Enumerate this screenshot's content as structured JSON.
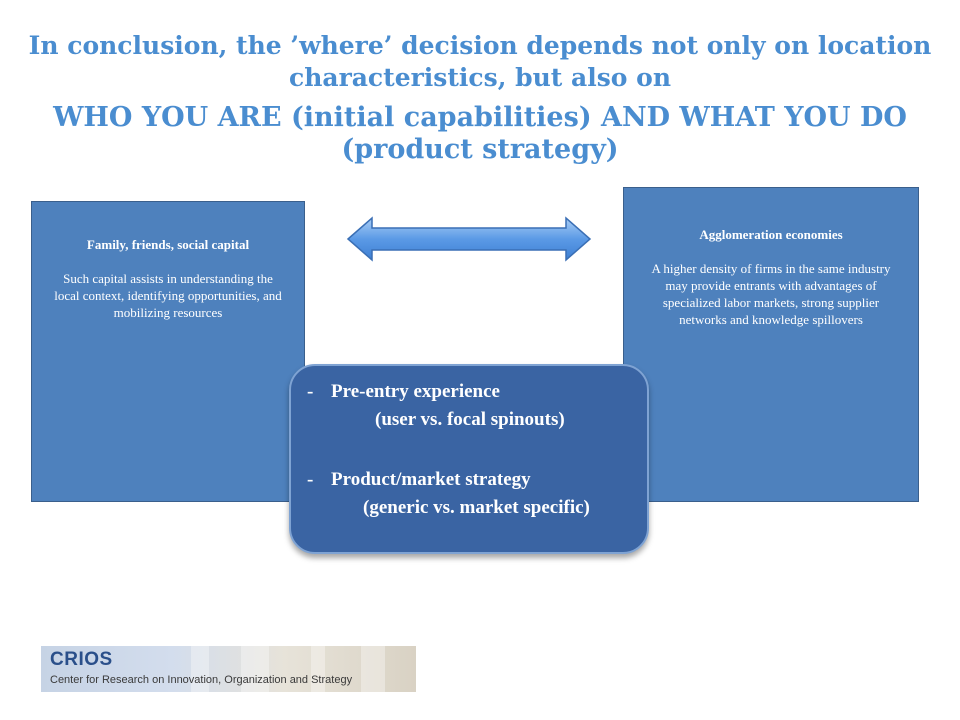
{
  "title": {
    "line1": "In conclusion, the ’where’ decision depends not only on location characteristics, but also on",
    "line2": "WHO YOU ARE (initial capabilities) AND WHAT YOU DO (product strategy)"
  },
  "left_box": {
    "heading": "Family, friends, social capital",
    "text": "Such capital assists in understanding the local context, identifying opportunities, and mobilizing resources"
  },
  "right_box": {
    "heading": "Agglomeration economies",
    "text": "A higher density of firms in the same industry may provide entrants with advantages of specialized labor markets, strong supplier networks and knowledge spillovers"
  },
  "center_box": {
    "bullets": [
      {
        "marker": "-",
        "label": "Pre-entry experience",
        "detail": "(user vs. focal spinouts)"
      },
      {
        "marker": "-",
        "label": "Product/market strategy",
        "detail": "(generic vs.  market specific)"
      }
    ]
  },
  "logo": {
    "name": "CRIOS",
    "tagline": "Center for Research on Innovation, Organization and Strategy"
  },
  "colors": {
    "title": "#4a8dd0",
    "box_fill": "#4e81bd",
    "center_fill": "#3a64a3",
    "arrow_fill": "#5b9ae6"
  },
  "icons": {
    "arrow": "double-headed-arrow-icon"
  }
}
